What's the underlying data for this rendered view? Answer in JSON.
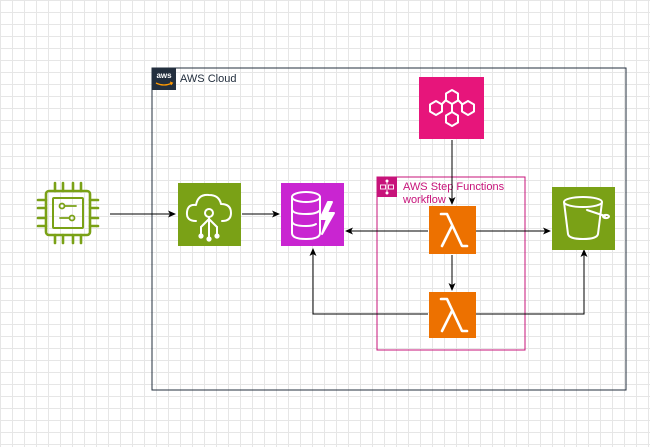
{
  "diagram": {
    "cloud_group": {
      "label": "AWS Cloud",
      "logo_text": "aws",
      "border_color": "#232f3e"
    },
    "workflow_group": {
      "label_line1": "AWS Step Functions",
      "label_line2": "workflow",
      "color": "#c7137a"
    },
    "nodes": [
      {
        "id": "iot-device",
        "icon": "chip-icon",
        "color": "#7aa116"
      },
      {
        "id": "iot-core",
        "icon": "cloud-iot-icon",
        "color": "#7aa116"
      },
      {
        "id": "dynamodb",
        "icon": "dynamodb-icon",
        "color": "#c925d1"
      },
      {
        "id": "eventbridge",
        "icon": "eventbridge-icon",
        "color": "#e7157b"
      },
      {
        "id": "lambda-1",
        "icon": "lambda-icon",
        "color": "#ed7100"
      },
      {
        "id": "lambda-2",
        "icon": "lambda-icon",
        "color": "#ed7100"
      },
      {
        "id": "s3",
        "icon": "bucket-icon",
        "color": "#7aa116"
      }
    ],
    "edges": [
      {
        "from": "iot-device",
        "to": "iot-core"
      },
      {
        "from": "iot-core",
        "to": "dynamodb"
      },
      {
        "from": "eventbridge",
        "to": "lambda-1"
      },
      {
        "from": "lambda-1",
        "to": "dynamodb"
      },
      {
        "from": "lambda-1",
        "to": "s3"
      },
      {
        "from": "lambda-1",
        "to": "lambda-2"
      },
      {
        "from": "lambda-2",
        "to": "dynamodb"
      },
      {
        "from": "lambda-2",
        "to": "s3"
      }
    ]
  }
}
